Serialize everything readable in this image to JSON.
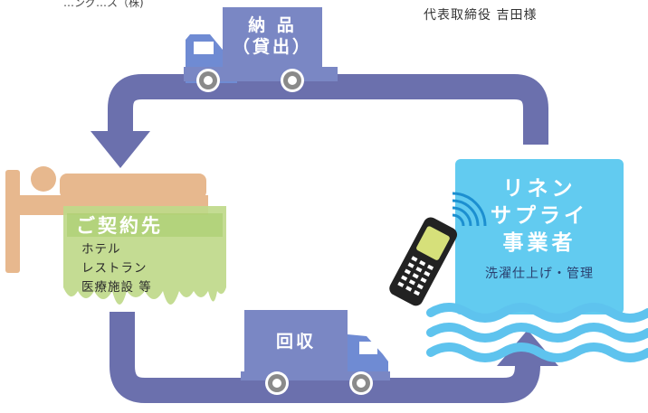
{
  "header": {
    "top_left_fragment": "…ング…ス（株)",
    "president_caption": "代表取締役 吉田様"
  },
  "delivery": {
    "line1": "納 品",
    "line2": "（貸出）"
  },
  "collection": {
    "label": "回収"
  },
  "client": {
    "title": "ご契約先",
    "lines": [
      "ホテル",
      "レストラン",
      "医療施設 等"
    ]
  },
  "supplier": {
    "title_lines": [
      "リネン",
      "サプライ",
      "事業者"
    ],
    "service": "洗濯仕上げ・管理"
  },
  "colors": {
    "loop": "#6b70ad",
    "truck_box": "#7a87c4",
    "truck_cab": "#6f8bd3",
    "client_cloth": "#bfd98a",
    "bed": "#e7b88e",
    "supplier_box": "#62cbf0",
    "waves": "#5ec3ee"
  }
}
